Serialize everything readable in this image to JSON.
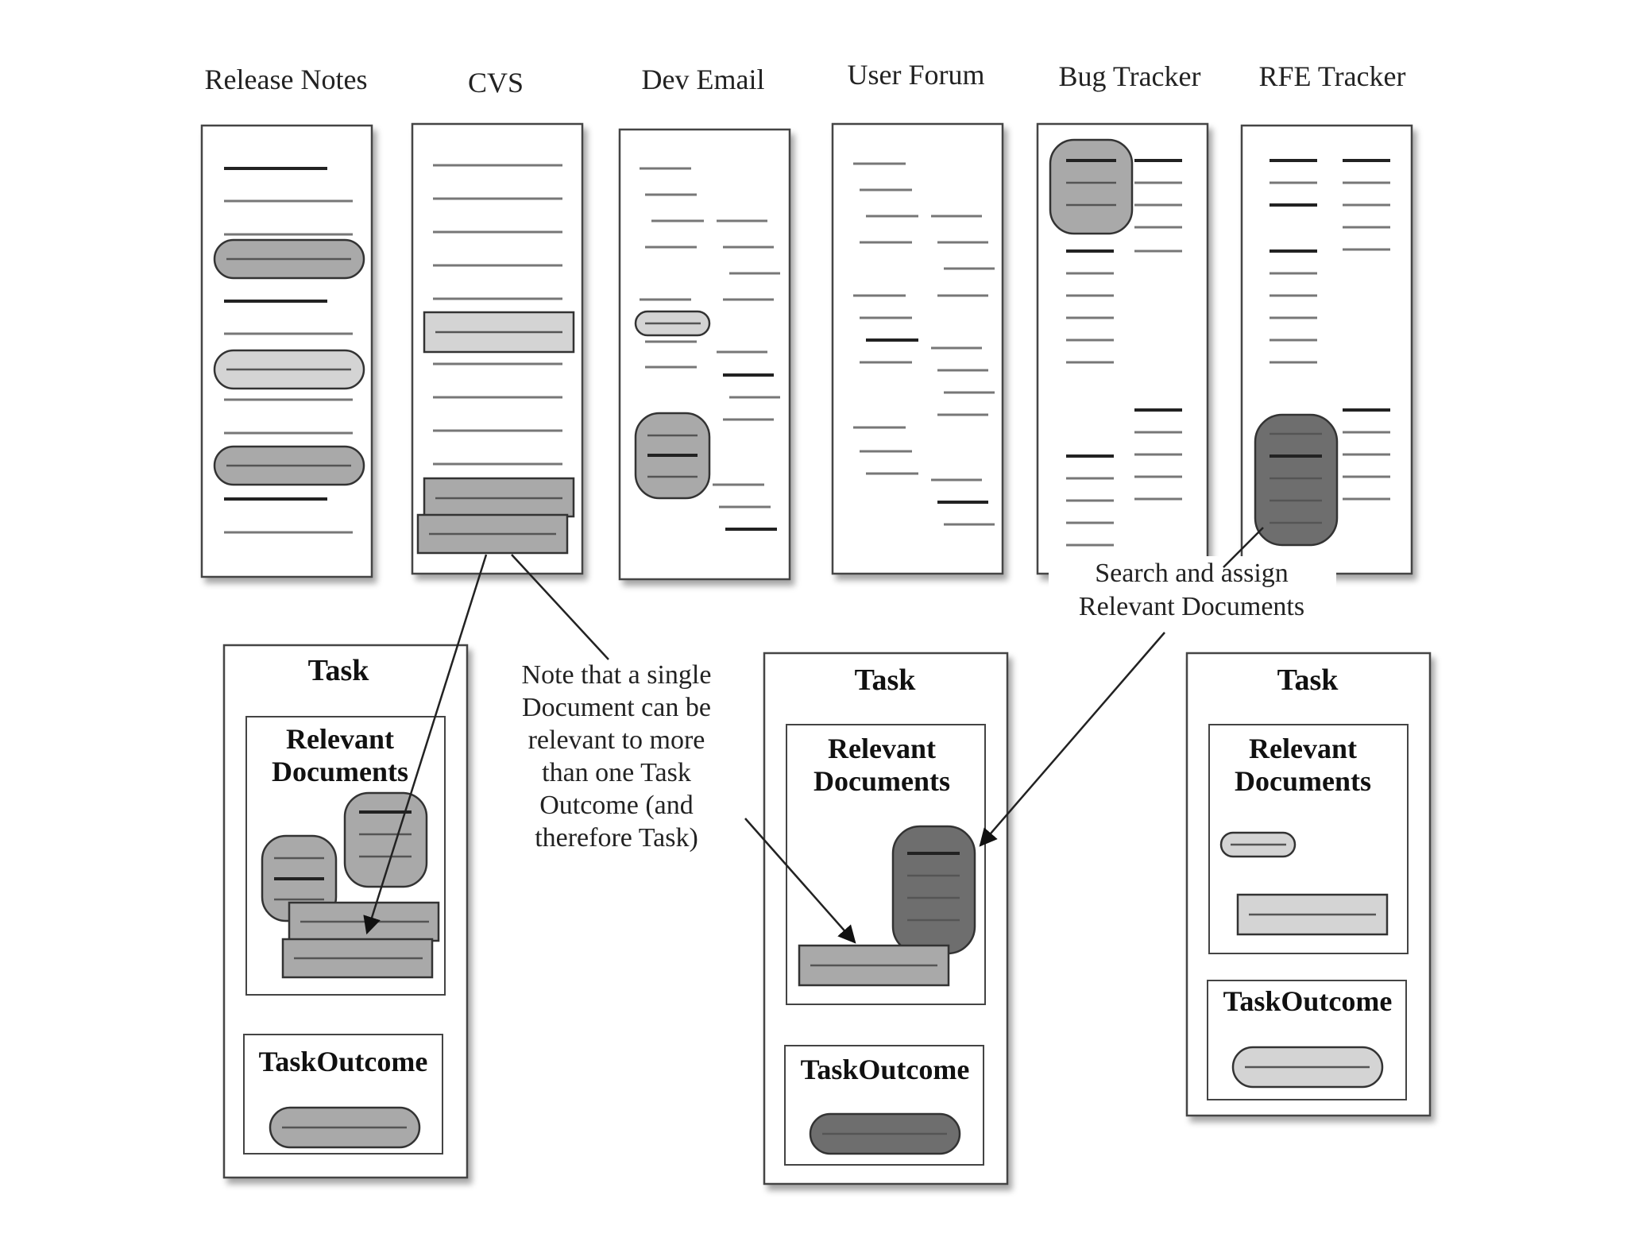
{
  "sources": [
    {
      "id": "release-notes",
      "label": "Release Notes"
    },
    {
      "id": "cvs",
      "label": "CVS"
    },
    {
      "id": "dev-email",
      "label": "Dev Email"
    },
    {
      "id": "user-forum",
      "label": "User Forum"
    },
    {
      "id": "bug-tracker",
      "label": "Bug Tracker"
    },
    {
      "id": "rfe-tracker",
      "label": "RFE Tracker"
    }
  ],
  "tasks": [
    {
      "title": "Task",
      "relevant_documents_label": "Relevant Documents",
      "relevant_documents_lines": [
        "Relevant",
        "Documents"
      ],
      "outcome_label": "TaskOutcome"
    },
    {
      "title": "Task",
      "relevant_documents_label": "Relevant Documents",
      "relevant_documents_lines": [
        "Relevant",
        "Documents"
      ],
      "outcome_label": "TaskOutcome"
    },
    {
      "title": "Task",
      "relevant_documents_label": "Relevant Documents",
      "relevant_documents_lines": [
        "Relevant",
        "Documents"
      ],
      "outcome_label": "TaskOutcome"
    }
  ],
  "annotations": {
    "note_lines": [
      "Note that a single",
      "Document can be",
      "relevant to more",
      "than one Task",
      "Outcome (and",
      "therefore Task)"
    ],
    "search_lines": [
      "Search and assign",
      "Relevant Documents"
    ]
  },
  "colors": {
    "doc_light": "#d4d4d4",
    "doc_medium": "#a9a9a9",
    "doc_dark": "#6e6e6e",
    "line_gray": "#777777",
    "line_dark": "#222222"
  }
}
